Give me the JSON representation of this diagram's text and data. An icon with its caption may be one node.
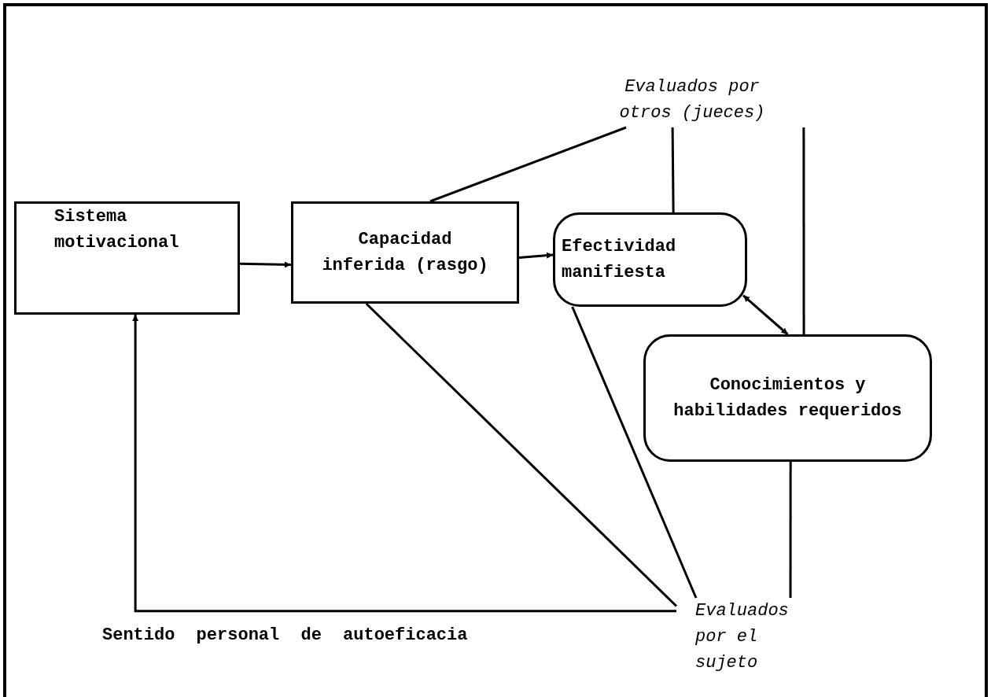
{
  "diagram": {
    "nodes": [
      {
        "text": [
          "Sistema motivacional"
        ]
      },
      {
        "text": [
          "Capacidad inferida (rasgo)"
        ]
      },
      {
        "text": [
          "Efectividad manifiesta"
        ]
      },
      {
        "text": [
          "Conocimientos y habilidades requeridos"
        ]
      },
      {
        "text": [
          "Evaluados por otros (jueces)"
        ]
      },
      {
        "text": [
          "Evaluados por el sujeto"
        ]
      }
    ],
    "edges": [
      {
        "from": 0,
        "to": 1,
        "arrow": "to"
      },
      {
        "from": 1,
        "to": 2,
        "arrow": "to"
      },
      {
        "from": 2,
        "to": 3,
        "arrow": "both"
      },
      {
        "from": 4,
        "to": 1,
        "arrow": "none"
      },
      {
        "from": 4,
        "to": 2,
        "arrow": "none"
      },
      {
        "from": 4,
        "to": 3,
        "arrow": "none"
      },
      {
        "from": 1,
        "to": 5,
        "arrow": "none"
      },
      {
        "from": 2,
        "to": 5,
        "arrow": "none"
      },
      {
        "from": 3,
        "to": 5,
        "arrow": "none"
      },
      {
        "from": 5,
        "to": 0,
        "arrow": "to",
        "label": "Sentido personal de autoeficacia"
      }
    ]
  }
}
